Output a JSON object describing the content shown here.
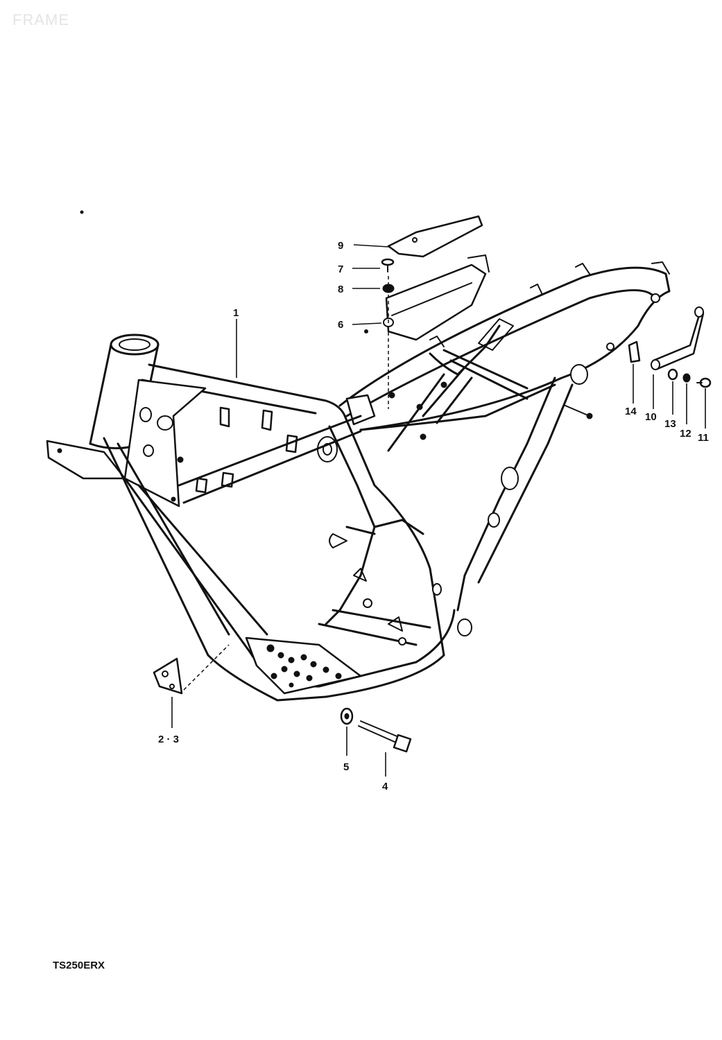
{
  "watermark": "FRAME",
  "model_code": "TS250ERX",
  "callouts": [
    {
      "id": "1",
      "label": "1"
    },
    {
      "id": "2-3",
      "label": "2 · 3"
    },
    {
      "id": "4",
      "label": "4"
    },
    {
      "id": "5",
      "label": "5"
    },
    {
      "id": "6",
      "label": "6"
    },
    {
      "id": "7",
      "label": "7"
    },
    {
      "id": "8",
      "label": "8"
    },
    {
      "id": "9",
      "label": "9"
    },
    {
      "id": "10",
      "label": "10"
    },
    {
      "id": "11",
      "label": "11"
    },
    {
      "id": "12",
      "label": "12"
    },
    {
      "id": "13",
      "label": "13"
    },
    {
      "id": "14",
      "label": "14"
    }
  ]
}
